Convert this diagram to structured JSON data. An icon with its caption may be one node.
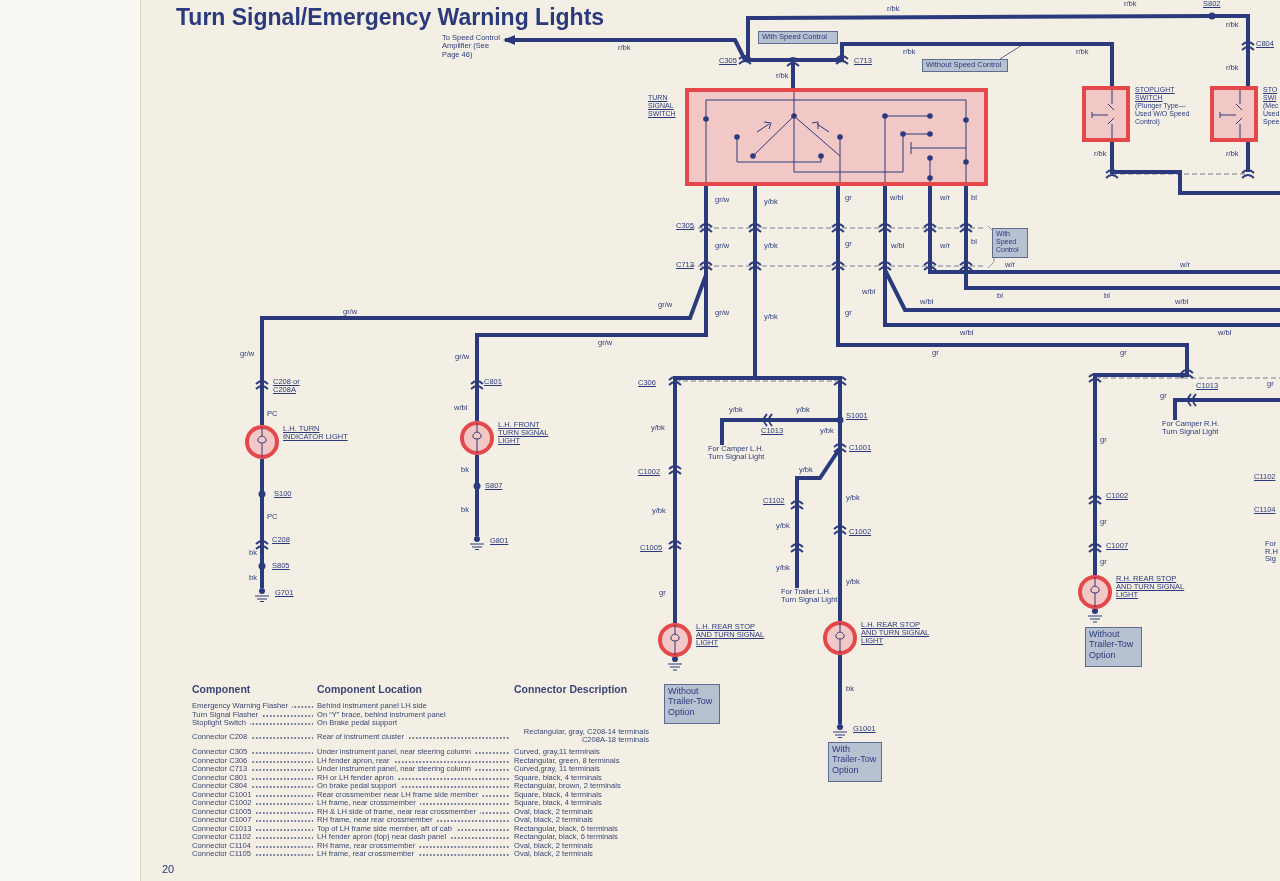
{
  "diagram": {
    "title": "Turn Signal/Emergency Warning Lights",
    "nodes": [
      {
        "text": [
          "TURN SIGNAL SWITCH"
        ]
      },
      {
        "text": [
          "To Speed Control Amplifier (See Page 46)"
        ]
      },
      {
        "text": [
          "With Speed Control"
        ]
      },
      {
        "text": [
          "Without Speed Control"
        ]
      },
      {
        "text": [
          "STOPLIGHT SWITCH",
          "(Plunger Type— Used W/O Speed Control)"
        ]
      },
      {
        "text": [
          "STO SWI",
          "(Mec Used Spee"
        ]
      },
      {
        "text": [
          "L.H. TURN INDICATOR LIGHT"
        ]
      },
      {
        "text": [
          "L.H. FRONT TURN SIGNAL LIGHT"
        ]
      },
      {
        "text": [
          "L.H. REAR STOP AND TURN SIGNAL LIGHT"
        ]
      },
      {
        "text": [
          "L.H. REAR STOP AND TURN SIGNAL LIGHT"
        ]
      },
      {
        "text": [
          "R.H. REAR STOP AND TURN SIGNAL LIGHT"
        ]
      },
      {
        "text": [
          "Without Trailer-Tow Option"
        ]
      },
      {
        "text": [
          "With Trailer-Tow Option"
        ]
      },
      {
        "text": [
          "Without Trailer-Tow Option"
        ]
      },
      {
        "text": [
          "With Speed Control"
        ]
      },
      {
        "text": [
          "For Camper L.H. Turn Signal Light"
        ]
      },
      {
        "text": [
          "For Trailer L.H. Turn Signal Light"
        ]
      },
      {
        "text": [
          "For Camper R.H. Turn Signal Light"
        ]
      },
      {
        "text": [
          "G701"
        ]
      },
      {
        "text": [
          "G801"
        ]
      },
      {
        "text": [
          "G1001"
        ]
      }
    ],
    "edges": [
      {
        "from": 0,
        "to": 1,
        "arrow": "to"
      },
      {
        "from": 0,
        "to": 5,
        "arrow": "none"
      },
      {
        "from": 0,
        "to": 4,
        "arrow": "none"
      },
      {
        "from": 0,
        "to": 6,
        "arrow": "none"
      },
      {
        "from": 0,
        "to": 7,
        "arrow": "none"
      },
      {
        "from": 0,
        "to": 8,
        "arrow": "none"
      },
      {
        "from": 0,
        "to": 9,
        "arrow": "none"
      },
      {
        "from": 0,
        "to": 15,
        "arrow": "none"
      },
      {
        "from": 0,
        "to": 16,
        "arrow": "none"
      },
      {
        "from": 0,
        "to": 10,
        "arrow": "none"
      },
      {
        "from": null,
        "to": 17,
        "arrow": "none"
      },
      {
        "from": 0,
        "to": null,
        "arrow": "none"
      },
      {
        "from": 0,
        "to": null,
        "arrow": "none"
      },
      {
        "from": 0,
        "to": null,
        "arrow": "none"
      },
      {
        "from": 0,
        "to": null,
        "arrow": "none"
      },
      {
        "from": 4,
        "to": null,
        "arrow": "none"
      },
      {
        "from": 5,
        "to": null,
        "arrow": "none"
      },
      {
        "from": 3,
        "to": null,
        "arrow": "none"
      },
      {
        "from": 6,
        "to": 18,
        "arrow": "none"
      },
      {
        "from": 7,
        "to": 19,
        "arrow": "none"
      },
      {
        "from": 9,
        "to": 20,
        "arrow": "none"
      }
    ],
    "labels": [
      "r/bk",
      "C305",
      "r/bk",
      "r/bk",
      "C713",
      "r/bk",
      "r/bk",
      "S802",
      "r/bk",
      "C804",
      "r/bk",
      "r/bk",
      "r/bk",
      "r/bk",
      "gr/w",
      "y/bk",
      "gr",
      "w/bl",
      "w/r",
      "bl",
      "C305",
      "gr/w",
      "y/bk",
      "gr",
      "w/bl",
      "w/r",
      "bl",
      "C713",
      "w/r",
      "w/r",
      "gr/w",
      "gr/w",
      "y/bk",
      "gr",
      "w/bl",
      "w/bl",
      "bl",
      "bl",
      "w/bl",
      "w/bl",
      "w/bl",
      "gr",
      "gr",
      "gr/w",
      "gr/w",
      "gr/w",
      "gr/w",
      "C208 or C208A",
      "PC",
      "S100",
      "PC",
      "C208",
      "bk",
      "S805",
      "bk",
      "C801",
      "w/bl",
      "bk",
      "S807",
      "bk",
      "C306",
      "y/bk",
      "y/bk",
      "y/bk",
      "S1001",
      "C1013",
      "y/bk",
      "C1001",
      "C1002",
      "y/bk",
      "C1102",
      "y/bk",
      "y/bk",
      "y/bk",
      "C1002",
      "C1005",
      "y/bk",
      "y/bk",
      "gr",
      "bk",
      "C1013",
      "gr",
      "gr",
      "gr",
      "C1002",
      "gr",
      "C1007",
      "gr",
      "C1102",
      "C1104",
      "For R.H Sig",
      "20",
      "Component",
      "Component Location",
      "Connector Description",
      "Emergency Warning Flasher",
      "Behind instrument panel LH side",
      "Turn Signal Flasher",
      "On “Y” brace, behind instrument panel",
      "Stoplight Switch",
      "On Brake pedal support",
      "Connector C208",
      "Rear of instrument cluster",
      "Rectangular, gray, C208-14 terminals C208A-18 terminals",
      "Connector C305",
      "Under instrument panel, near steering column",
      "Curved, gray,11 terminals",
      "Connector C306",
      "LH fender apron, rear",
      "Rectangular, green, 8 terminals",
      "Connector C713",
      "Under instrument panel, near steering column",
      "Curved,gray, 11 terminals",
      "Connector C801",
      "RH or LH fender apron",
      "Square, black, 4 terminals",
      "Connector C804",
      "On brake pedal support",
      "Rectangular, brown, 2 terminals",
      "Connector C1001",
      "Rear crossmember near LH frame side member",
      "Square, black, 4 terminals",
      "Connector C1002",
      "LH frame, near crossmember",
      "Square, black, 4 terminals",
      "Connector C1005",
      "RH & LH side of frame, near rear crossmember",
      "Oval, black, 2 terminals",
      "Connector C1007",
      "RH frame, near rear crossmember",
      "Oval, black, 2 terminals",
      "Connector C1013",
      "Top of LH frame side member, aft of cab",
      "Rectangular, black, 6 terminals",
      "Connector C1102",
      "LH fender apron (top) near dash panel",
      "Rectangular, black, 6 terminals",
      "Connector C1104",
      "RH frame, rear crossmember",
      "Oval, black, 2 terminals",
      "Connector C1105",
      "LH frame, rear crossmember",
      "Oval, black, 2 terminals"
    ]
  }
}
